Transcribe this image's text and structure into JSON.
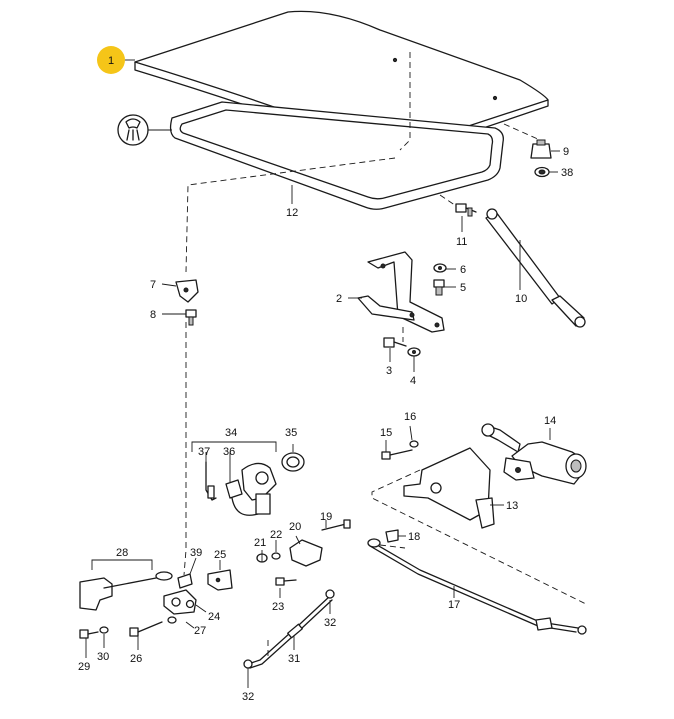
{
  "callouts": {
    "c1": "1",
    "c2": "2",
    "c3": "3",
    "c4": "4",
    "c5": "5",
    "c6": "6",
    "c7": "7",
    "c8": "8",
    "c9": "9",
    "c10": "10",
    "c11": "11",
    "c12": "12",
    "c13": "13",
    "c14": "14",
    "c15": "15",
    "c16": "16",
    "c17": "17",
    "c18": "18",
    "c19": "19",
    "c20": "20",
    "c21": "21",
    "c22": "22",
    "c23": "23",
    "c24": "24",
    "c25": "25",
    "c26": "26",
    "c27": "27",
    "c28": "28",
    "c29": "29",
    "c30": "30",
    "c31": "31",
    "c32a": "32",
    "c32b": "32",
    "c33": "",
    "c34": "34",
    "c35": "35",
    "c36": "36",
    "c37": "37",
    "c38": "38",
    "c39": "39"
  },
  "highlight_color": "#f5c518",
  "icons": {
    "sealant": "sealant-icon"
  }
}
